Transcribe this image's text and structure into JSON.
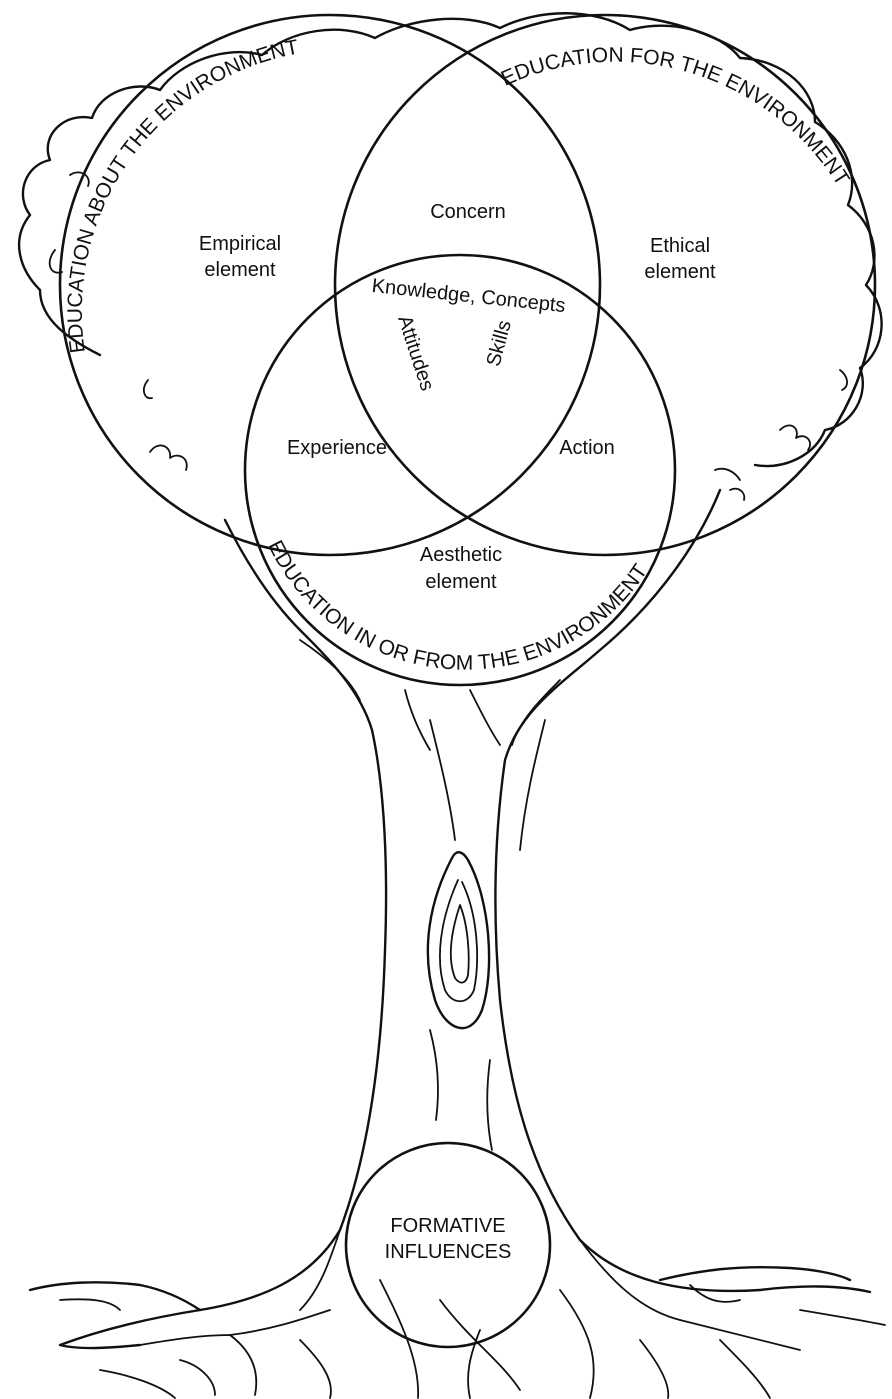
{
  "diagram": {
    "arc_labels": {
      "about": "EDUCATION ABOUT THE ENVIRONMENT",
      "for": "EDUCATION FOR THE ENVIRONMENT",
      "in_from": "EDUCATION IN OR FROM THE ENVIRONMENT"
    },
    "regions": {
      "empirical_line1": "Empirical",
      "empirical_line2": "element",
      "ethical_line1": "Ethical",
      "ethical_line2": "element",
      "aesthetic_line1": "Aesthetic",
      "aesthetic_line2": "element",
      "concern": "Concern",
      "experience": "Experience",
      "action": "Action",
      "knowledge": "Knowledge, Concepts",
      "attitudes": "Attitudes",
      "skills": "Skills"
    },
    "roots_circle": {
      "line1": "FORMATIVE",
      "line2": "INFLUENCES"
    }
  }
}
